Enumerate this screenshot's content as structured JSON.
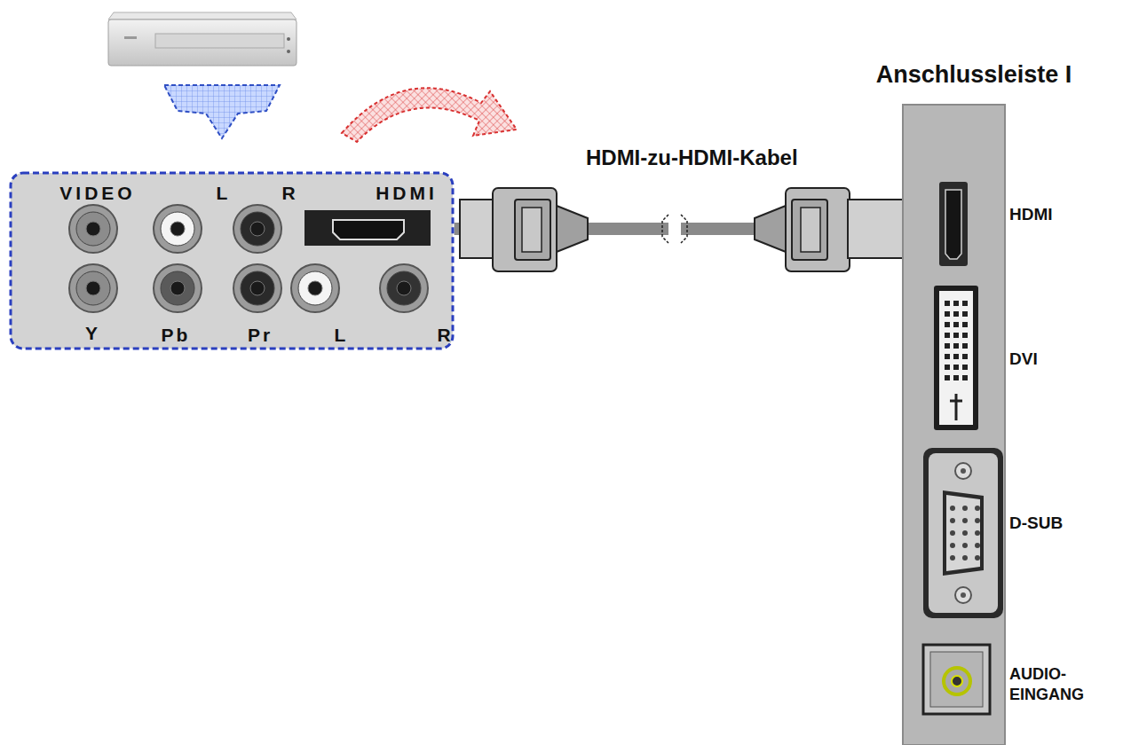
{
  "diagram": {
    "nodes": [
      {
        "text": [
          "VIDEO",
          "L",
          "R",
          "HDMI",
          "Y",
          "Pb",
          "Pr",
          "L",
          "R"
        ]
      },
      {
        "text": [
          "Anschlussleiste I",
          "HDMI",
          "DVI",
          "D-SUB",
          "AUDIO- EINGANG"
        ]
      }
    ],
    "edges": [
      {
        "from": 0,
        "to": 1,
        "arrow": "none",
        "label": "HDMI-zu-HDMI-Kabel"
      }
    ]
  }
}
